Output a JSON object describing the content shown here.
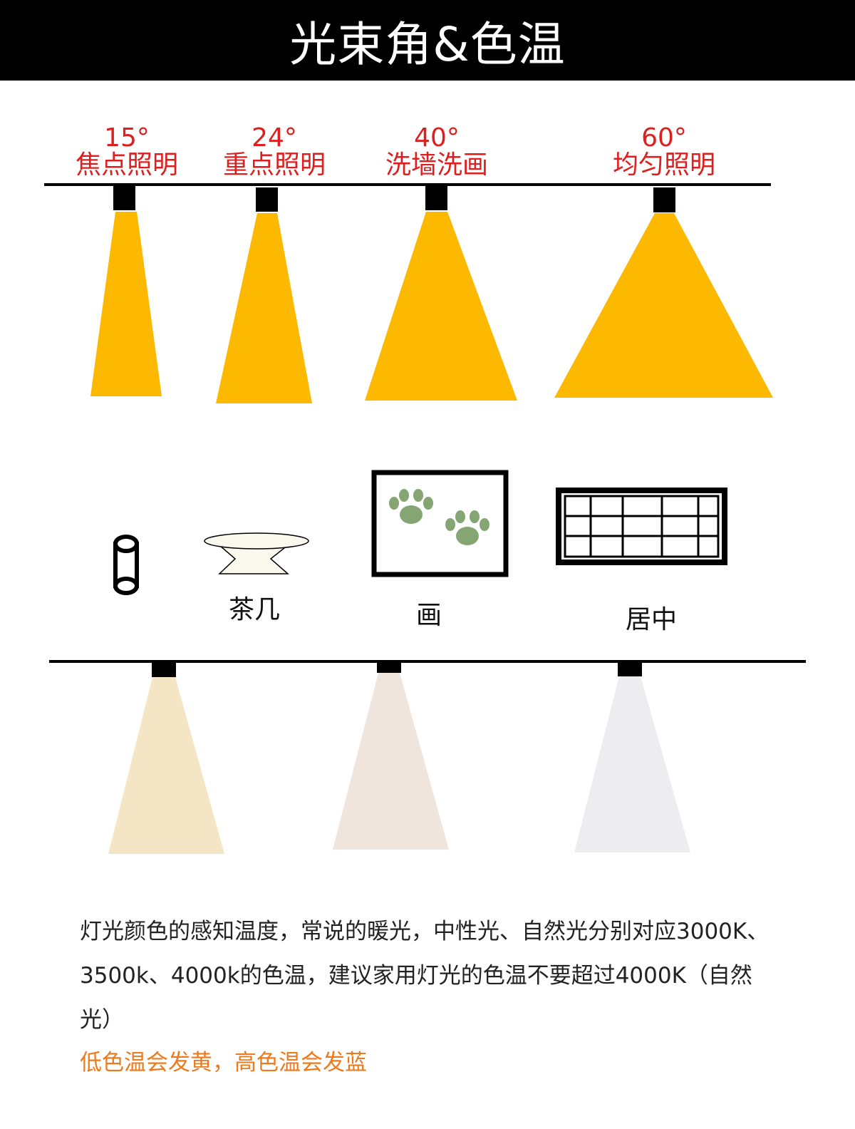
{
  "title": "光束角&色温",
  "beam_angles": [
    {
      "angle": "15°",
      "use": "焦点照明"
    },
    {
      "angle": "24°",
      "use": "重点照明"
    },
    {
      "angle": "40°",
      "use": "洗墙洗画"
    },
    {
      "angle": "60°",
      "use": "均匀照明"
    }
  ],
  "objects": {
    "table_label": "茶几",
    "painting_label": "画",
    "window_label": "居中"
  },
  "description": "灯光颜色的感知温度，常说的暖光，中性光、自然光分别对应3000K、3500k、4000k的色温，建议家用灯光的色温不要超过4000K（自然光）",
  "note": "低色温会发黄，高色温会发蓝",
  "colors": {
    "header_bg": "#000000",
    "header_text": "#ffffff",
    "angle_label": "#dd1f1f",
    "beam_amber": "#fdb900",
    "warm_3000k": "#f4e6c4",
    "neutral_3500k": "#efe5dc",
    "natural_4000k": "#ededf1",
    "paw_green": "#85a572",
    "note_orange": "#ee7a1c"
  }
}
